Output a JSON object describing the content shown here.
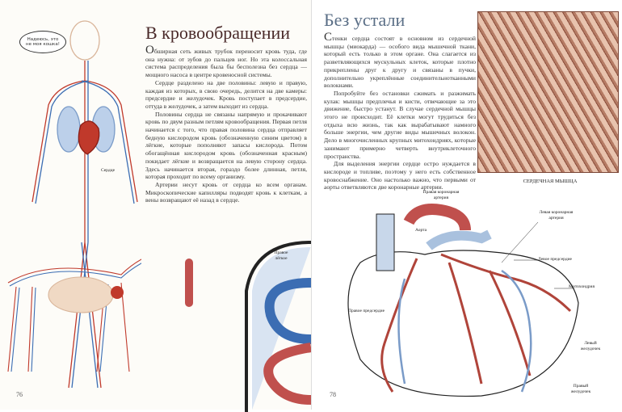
{
  "left_page": {
    "title": "В кровообращении",
    "drop": "О",
    "paragraphs": [
      "бширная сеть живых трубок переносит кровь туда, где она нужна: от зубов до пальцев ног. Но эта колоссальная система распределения была бы бесполезна без сердца — мощного насоса в центре кровеносной системы.",
      "Сердце разделено на две половины: левую и правую, каждая из которых, в свою очередь, делится на две камеры: предсердие и желудочек. Кровь поступает в предсердие, оттуда в желудочек, а затем выходит из сердца.",
      "Половины сердца не связаны напрямую и прокачивают кровь по двум разным петлям кровообращения. Первая петля начинается с того, что правая половина сердца отправляет бедную кислородом кровь (обозначенную синим цветом) в лёгкие, которые пополняют запасы кислорода. Потом обогащённая кислородом кровь (обозначенная красным) покидает лёгкие и возвращается на левую сторону сердца. Здесь начинается вторая, гораздо более длинная, петля, которая проходит по всему организму.",
      "Артерии несут кровь от сердца ко всем органам. Микроскопические капилляры подводят кровь к клеткам, а вены возвращают её назад в сердце."
    ],
    "speech_bubble": "Надеюсь, это не моя кошка!",
    "label_heart": "Сердце",
    "label_lung": "Правое лёгкое",
    "page_number": "76"
  },
  "right_page": {
    "title": "Без устали",
    "drop": "С",
    "paragraphs": [
      "тенки сердца состоят в основном из сердечной мышцы (миокарда) — особого вида мышечной ткани, который есть только в этом органе. Она слагается из разветвляющихся мускульных клеток, которые плотно прикреплены друг к другу и связаны в пучки, дополнительно укреплённые соединительнотканными волокнами.",
      "Попробуйте без остановки сжимать и разжимать кулак: мышцы предплечья и кисти, отвечающие за это движение, быстро устанут. В случае сердечной мышцы этого не происходит. Её клетки могут трудиться без отдыха всю жизнь, так как вырабатывают намного больше энергии, чем другие виды мышечных волокон. Дело в многочисленных крупных митохондриях, которые занимают примерно четверть внутриклеточного пространства.",
      "Для выделения энергии сердце остро нуждается в кислороде и топливе, поэтому у него есть собственное кровоснабжение. Оно настолько важно, что первыми от аорты ответвляются две коронарные артерии."
    ],
    "caption": "СЕРДЕЧНАЯ МЫШЦА",
    "labels": {
      "right_coronary": "Правая коронарная артерия",
      "aorta": "Аорта",
      "left_coronary": "Левая коронарная артерия",
      "left_atrium": "Левое предсердие",
      "mitochondria": "Митохондрия",
      "right_atrium": "Правое предсердие",
      "left_ventricle": "Левый желудочек",
      "right_ventricle": "Правый желудочек"
    },
    "page_number": "78"
  }
}
